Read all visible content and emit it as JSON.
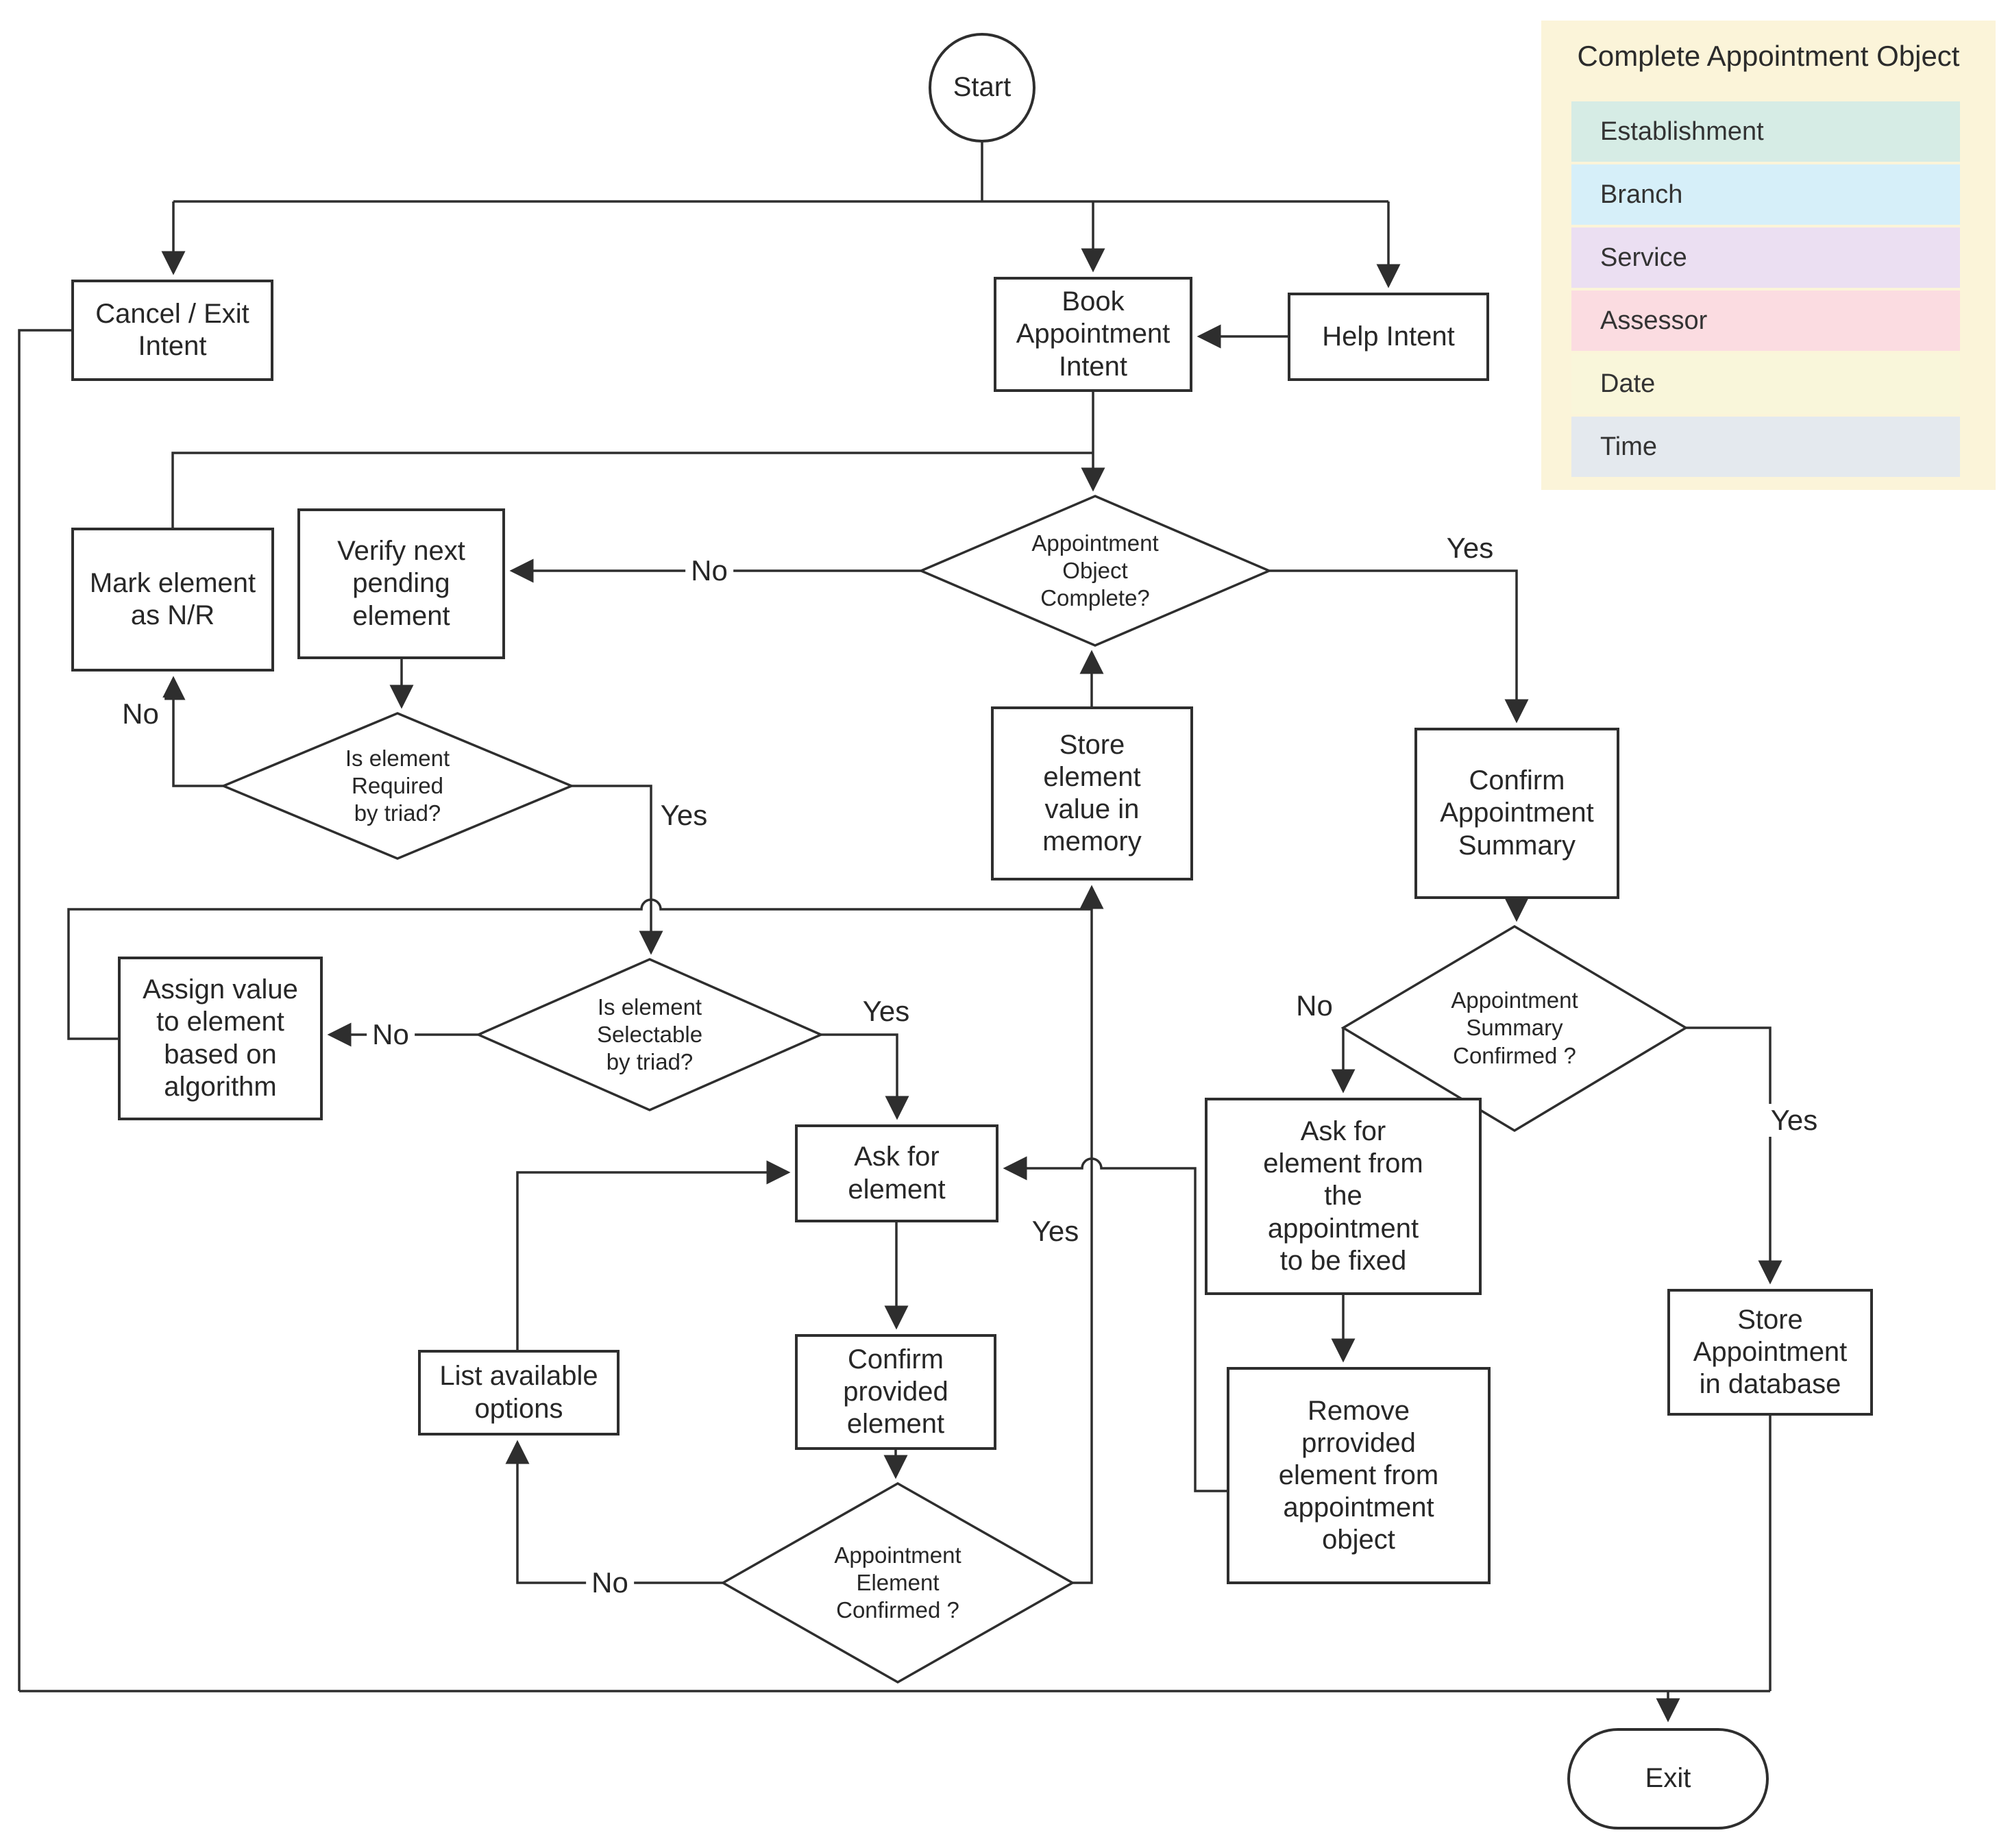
{
  "diagram": {
    "nodes": {
      "start": {
        "label": "Start"
      },
      "cancel_exit": {
        "label": "Cancel / Exit\nIntent"
      },
      "book_intent": {
        "label": "Book\nAppointment\nIntent"
      },
      "help_intent": {
        "label": "Help Intent"
      },
      "mark_nr": {
        "label": "Mark element\nas N/R"
      },
      "verify_next": {
        "label": "Verify next\npending\nelement"
      },
      "obj_complete": {
        "label": "Appointment\nObject\nComplete?"
      },
      "store_memory": {
        "label": "Store\nelement\nvalue in\nmemory"
      },
      "required": {
        "label": "Is element\nRequired\nby triad?"
      },
      "assign_value": {
        "label": "Assign value\nto element\nbased on\nalgorithm"
      },
      "selectable": {
        "label": "Is element\nSelectable\nby triad?"
      },
      "ask_element": {
        "label": "Ask for\nelement"
      },
      "list_options": {
        "label": "List available\noptions"
      },
      "confirm_prov": {
        "label": "Confirm\nprovided\nelement"
      },
      "elem_confirmed": {
        "label": "Appointment\nElement\nConfirmed ?"
      },
      "confirm_summary": {
        "label": "Confirm\nAppointment\nSummary"
      },
      "summary_confirmed": {
        "label": "Appointment\nSummary\nConfirmed ?"
      },
      "ask_fix": {
        "label": "Ask for\nelement from\nthe\nappointment\nto be fixed"
      },
      "remove_elem": {
        "label": "Remove\nprrovided\nelement from\nappointment\nobject"
      },
      "store_db": {
        "label": "Store\nAppointment\nin database"
      },
      "exit": {
        "label": "Exit"
      }
    },
    "edge_labels": {
      "obj_complete_no": "No",
      "obj_complete_yes": "Yes",
      "required_no": "No",
      "required_yes": "Yes",
      "selectable_no": "No",
      "selectable_yes": "Yes",
      "elem_confirmed_no": "No",
      "elem_confirmed_yes": "Yes",
      "summary_no": "No",
      "summary_yes": "Yes"
    },
    "legend": {
      "title": "Complete Appointment Object",
      "panel_color": "#fbf4d9",
      "items": [
        {
          "label": "Establishment",
          "color": "#d6ece5"
        },
        {
          "label": "Branch",
          "color": "#d6eff9"
        },
        {
          "label": "Service",
          "color": "#ebdff2"
        },
        {
          "label": "Assessor",
          "color": "#fbdce1"
        },
        {
          "label": "Date",
          "color": "#f9f6da"
        },
        {
          "label": "Time",
          "color": "#e4e9ee"
        }
      ]
    },
    "line_color": "#2e2e2e"
  }
}
